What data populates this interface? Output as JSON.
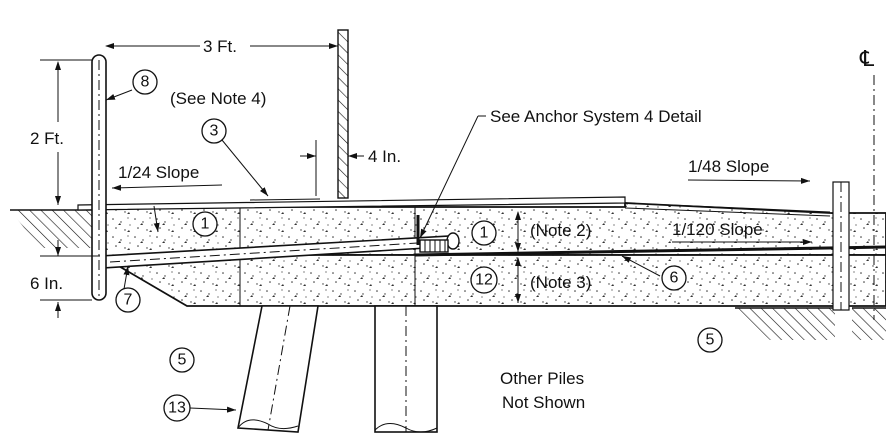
{
  "dimensions": {
    "width": "3 Ft.",
    "height": "2 Ft.",
    "depth": "6 In.",
    "offset": "4 In."
  },
  "notes": {
    "see_note_4": "(See Note 4)",
    "note_2": "(Note 2)",
    "note_3": "(Note 3)",
    "anchor_detail": "See Anchor System 4 Detail",
    "other_piles_line1": "Other Piles",
    "other_piles_line2": "Not Shown"
  },
  "slopes": {
    "left": "1/24 Slope",
    "right": "1/48 Slope",
    "lower": "1/120 Slope"
  },
  "callouts": {
    "c8": "8",
    "c3": "3",
    "c1a": "1",
    "c1b": "1",
    "c12": "12",
    "c6": "6",
    "c7": "7",
    "c5a": "5",
    "c5b": "5",
    "c13": "13"
  },
  "centerline_symbol": "℄"
}
